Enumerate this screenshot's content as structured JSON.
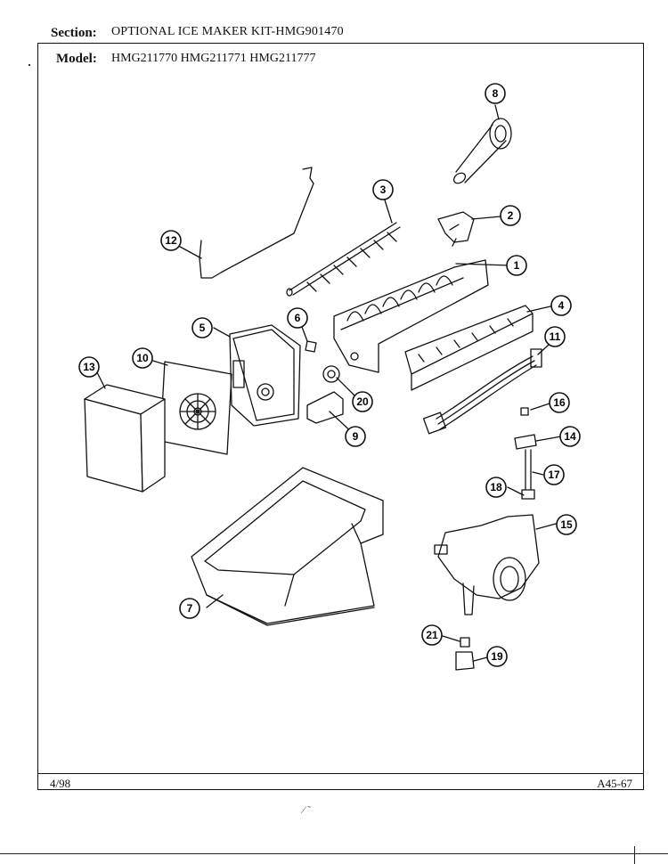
{
  "header": {
    "section_label": "Section:",
    "section_value": "OPTIONAL ICE MAKER KIT-HMG901470",
    "model_label": "Model:",
    "model_value": "HMG211770 HMG211771 HMG211777"
  },
  "footer": {
    "date_code": "4/98",
    "page_code": "A45-67"
  },
  "callouts": [
    "1",
    "2",
    "3",
    "4",
    "5",
    "6",
    "7",
    "8",
    "9",
    "10",
    "11",
    "12",
    "13",
    "14",
    "15",
    "16",
    "17",
    "18",
    "19",
    "20",
    "21"
  ]
}
